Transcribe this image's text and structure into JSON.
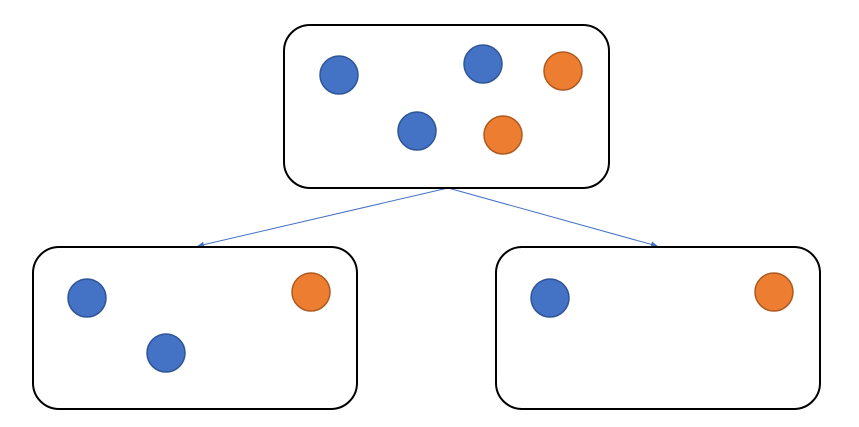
{
  "colors": {
    "blue_fill": "#4472C4",
    "blue_stroke": "#2F5597",
    "orange_fill": "#ED7D31",
    "orange_stroke": "#AE5A21",
    "box_stroke": "#000000",
    "arrow": "#4472C4",
    "background": "#FFFFFF"
  },
  "boxes": [
    {
      "id": "parent",
      "balls": [
        "blue",
        "blue",
        "orange",
        "blue",
        "orange"
      ]
    },
    {
      "id": "left-child",
      "balls": [
        "blue",
        "orange",
        "blue"
      ]
    },
    {
      "id": "right-child",
      "balls": [
        "blue",
        "orange"
      ]
    }
  ],
  "arrows": [
    {
      "from": "parent",
      "to": "left-child"
    },
    {
      "from": "parent",
      "to": "right-child"
    }
  ]
}
